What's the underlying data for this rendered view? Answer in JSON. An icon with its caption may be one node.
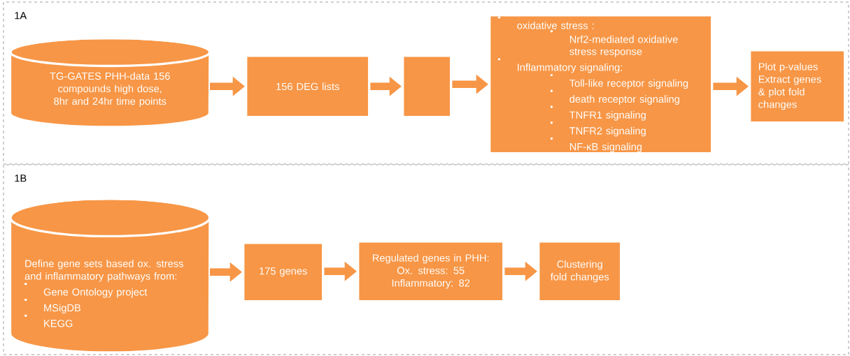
{
  "diagram": {
    "nodes": [
      {
        "text": [
          "1A"
        ]
      },
      {
        "text": [
          "TG-GATES PHH-data 156 compounds high dose, 8hr and 24hr time points"
        ],
        "in": 0
      },
      {
        "text": [
          "156 DEG lists"
        ],
        "in": 0
      },
      {
        "text": [],
        "shape": "box",
        "in": 0
      },
      {
        "text": [
          "oxidative stress :",
          "Nrf2-mediated oxidative stress response",
          "Inflammatory signaling:",
          "Toll-like receptor signaling",
          "death receptor signaling",
          "TNFR1 signaling",
          "TNFR2 signaling",
          "NF-κB signaling"
        ],
        "in": 0
      },
      {
        "text": [
          "Plot p-values",
          "Extract genes & plot fold changes"
        ],
        "in": 0
      },
      {
        "text": [
          "1B"
        ]
      },
      {
        "text": [
          "Define gene sets based ox. stress and inflammatory pathways from:",
          "Gene Ontology project",
          "MSigDB",
          "KEGG"
        ],
        "in": 6
      },
      {
        "text": [
          "175 genes"
        ],
        "in": 6
      },
      {
        "text": [
          "Regulated genes in PHH:",
          "Ox. stress: 55",
          "Inflammatory: 82"
        ],
        "in": 6
      },
      {
        "text": [
          "Clustering fold changes"
        ],
        "in": 6
      }
    ],
    "edges": [
      {
        "from": 1,
        "to": 2,
        "arrow": "to"
      },
      {
        "from": 2,
        "to": 3,
        "arrow": "to"
      },
      {
        "from": 3,
        "to": 4,
        "arrow": "to"
      },
      {
        "from": 4,
        "to": 5,
        "arrow": "to"
      },
      {
        "from": 7,
        "to": 8,
        "arrow": "to"
      },
      {
        "from": 8,
        "to": 9,
        "arrow": "to"
      },
      {
        "from": 9,
        "to": 10,
        "arrow": "to"
      }
    ]
  }
}
